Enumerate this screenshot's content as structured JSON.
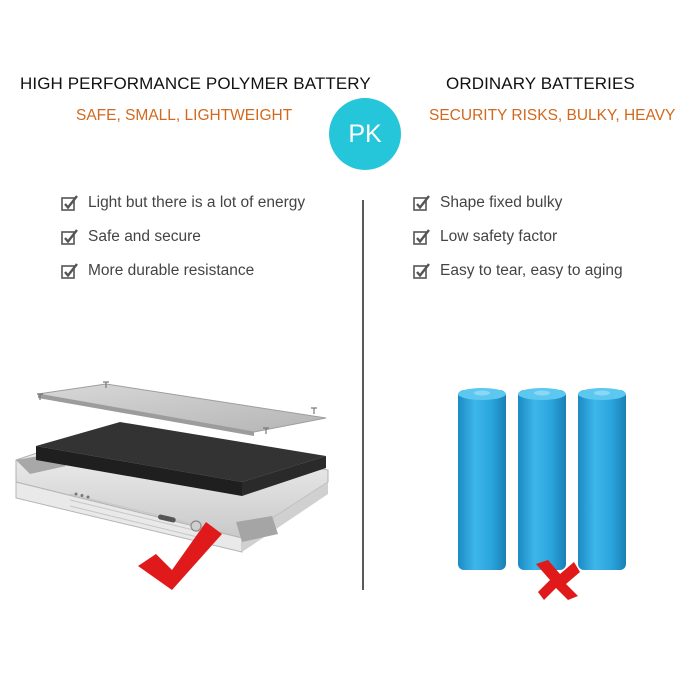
{
  "left": {
    "title": "HIGH PERFORMANCE POLYMER BATTERY",
    "subtitle": "SAFE, SMALL, LIGHTWEIGHT",
    "features": [
      "Light but there is a lot of energy",
      "Safe and secure",
      "More durable resistance"
    ]
  },
  "right": {
    "title": "ORDINARY BATTERIES",
    "subtitle": "SECURITY RISKS, BULKY, HEAVY",
    "features": [
      "Shape fixed bulky",
      "Low safety factor",
      "Easy to tear, easy to aging"
    ]
  },
  "badge": {
    "label": "PK"
  },
  "icons": {
    "feature_check": "checkbox-check-icon",
    "good_mark": "red-check-mark-icon",
    "bad_mark": "red-x-mark-icon"
  },
  "colors": {
    "subtitle": "#d2691e",
    "badge": "#26c6da",
    "battery_cell": "#2aa4dc",
    "mark_red": "#e01a1a"
  }
}
